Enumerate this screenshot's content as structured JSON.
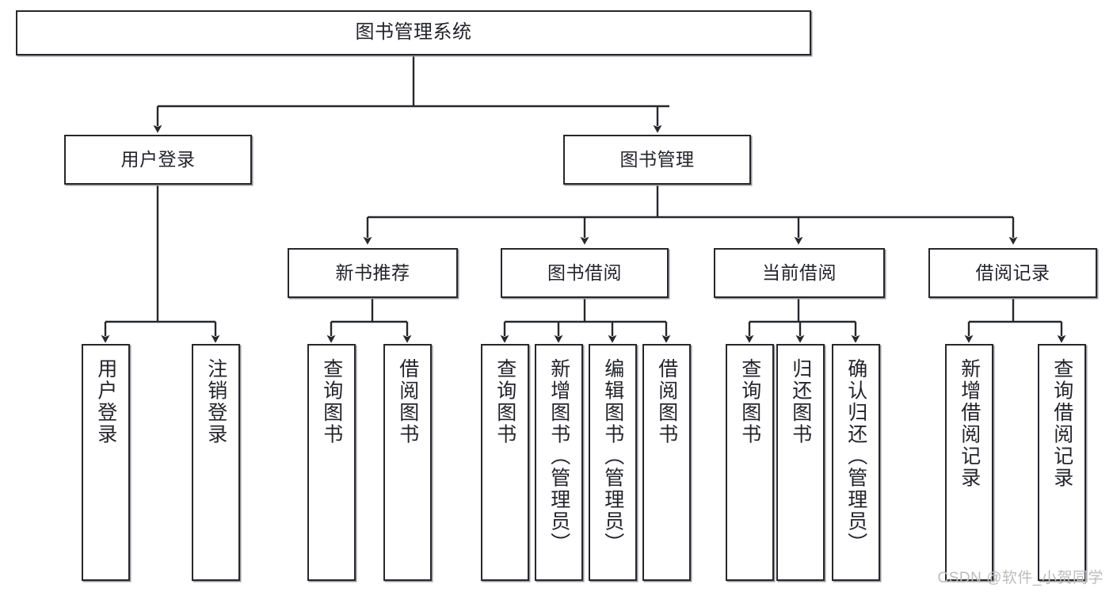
{
  "diagram": {
    "title": "图书管理系统",
    "type": "tree-hierarchy-chart",
    "line_color": "#27282c",
    "box_border_color": "#27282c",
    "box_fill_color": "#ffffff",
    "text_color": "#23242a"
  },
  "nodes": {
    "root": {
      "label": "图书管理系统"
    },
    "level2": [
      {
        "label": "用户登录"
      },
      {
        "label": "图书管理"
      }
    ],
    "level3": [
      {
        "label": "新书推荐"
      },
      {
        "label": "图书借阅"
      },
      {
        "label": "当前借阅"
      },
      {
        "label": "借阅记录"
      }
    ],
    "leaves": {
      "user_login": [
        {
          "label": "用户登录"
        },
        {
          "label": "注销登录"
        }
      ],
      "new_book_recommend": [
        {
          "label": "查询图书"
        },
        {
          "label": "借阅图书"
        }
      ],
      "book_borrow": [
        {
          "label": "查询图书"
        },
        {
          "label": "新增图书（管理员）"
        },
        {
          "label": "编辑图书（管理员）"
        },
        {
          "label": "借阅图书"
        }
      ],
      "current_borrow": [
        {
          "label": "查询图书"
        },
        {
          "label": "归还图书"
        },
        {
          "label": "确认归还（管理员）"
        }
      ],
      "borrow_record": [
        {
          "label": "新增借阅记录"
        },
        {
          "label": "查询借阅记录"
        }
      ]
    }
  },
  "watermark": {
    "text": "CSDN @软件_小贺同学"
  }
}
